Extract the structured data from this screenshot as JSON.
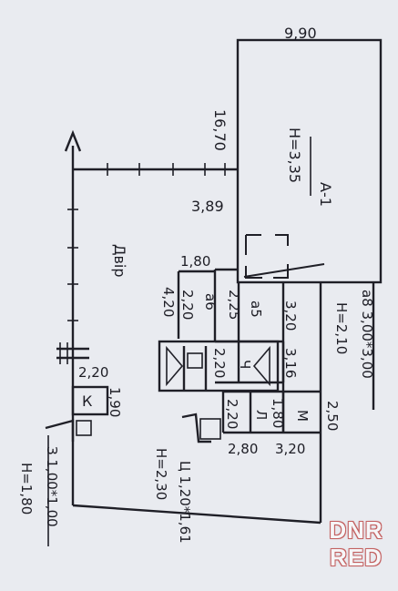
{
  "plan": {
    "a1_label": "А-1",
    "a1_height": "H=3,35",
    "a1_width_dim": "9,90",
    "a1_length_dim": "16,70",
    "dim_3_89": "3,89",
    "yard_label": "Двір",
    "dim_1_80": "1,80",
    "dim_4_20": "4,20",
    "a6_label": "а6",
    "a6_dim": "2,20",
    "a5_label": "а5",
    "a5_dim": "2,25",
    "dim_3_20_top": "3,20",
    "dim_3_16": "3,16",
    "h_2_10": "H=2,10",
    "a8_label": "а8 3,00*3,00",
    "ch_label": "Ч",
    "ch_dim": "2,20",
    "dim_2_20_k": "2,20",
    "dim_1_90": "1,90",
    "k_label": "К",
    "m_label": "М",
    "m_dim": "1,80",
    "l_label": "Л",
    "l_dim": "2,20",
    "dim_2_50": "2,50",
    "dim_2_80": "2,80",
    "dim_3_20_bottom": "3,20",
    "ts_label": "Ц 1,20*1,61",
    "h_2_30": "H=2,30",
    "z_label": "З 1,00*1,00",
    "h_1_80": "H=1,80"
  },
  "watermark": {
    "line1": "DNR",
    "line2": "RED",
    "color": "#c86464"
  }
}
